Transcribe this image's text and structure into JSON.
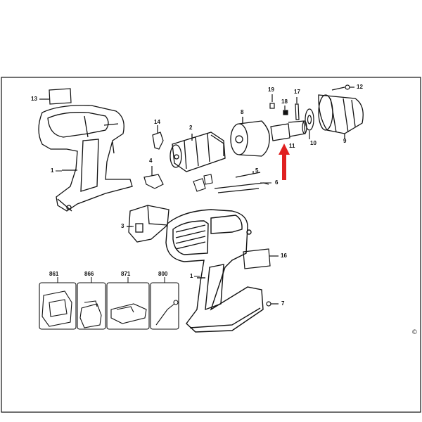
{
  "diagram": {
    "part_labels": {
      "p13": "13",
      "p1a": "1",
      "p14": "14",
      "p2": "2",
      "p4": "4",
      "p8": "8",
      "p19": "19",
      "p18": "18",
      "p17": "17",
      "p12": "12",
      "p11": "11",
      "p10": "10",
      "p9": "9",
      "p5": "5",
      "p6": "6",
      "p3": "3",
      "p16": "16",
      "p1b": "1",
      "p7": "7",
      "p861": "861",
      "p866": "866",
      "p871": "871",
      "p800": "800"
    },
    "copyright_symbol": "©",
    "colors": {
      "line": "#111111",
      "highlight_arrow": "#e02020",
      "background": "#ffffff"
    }
  }
}
